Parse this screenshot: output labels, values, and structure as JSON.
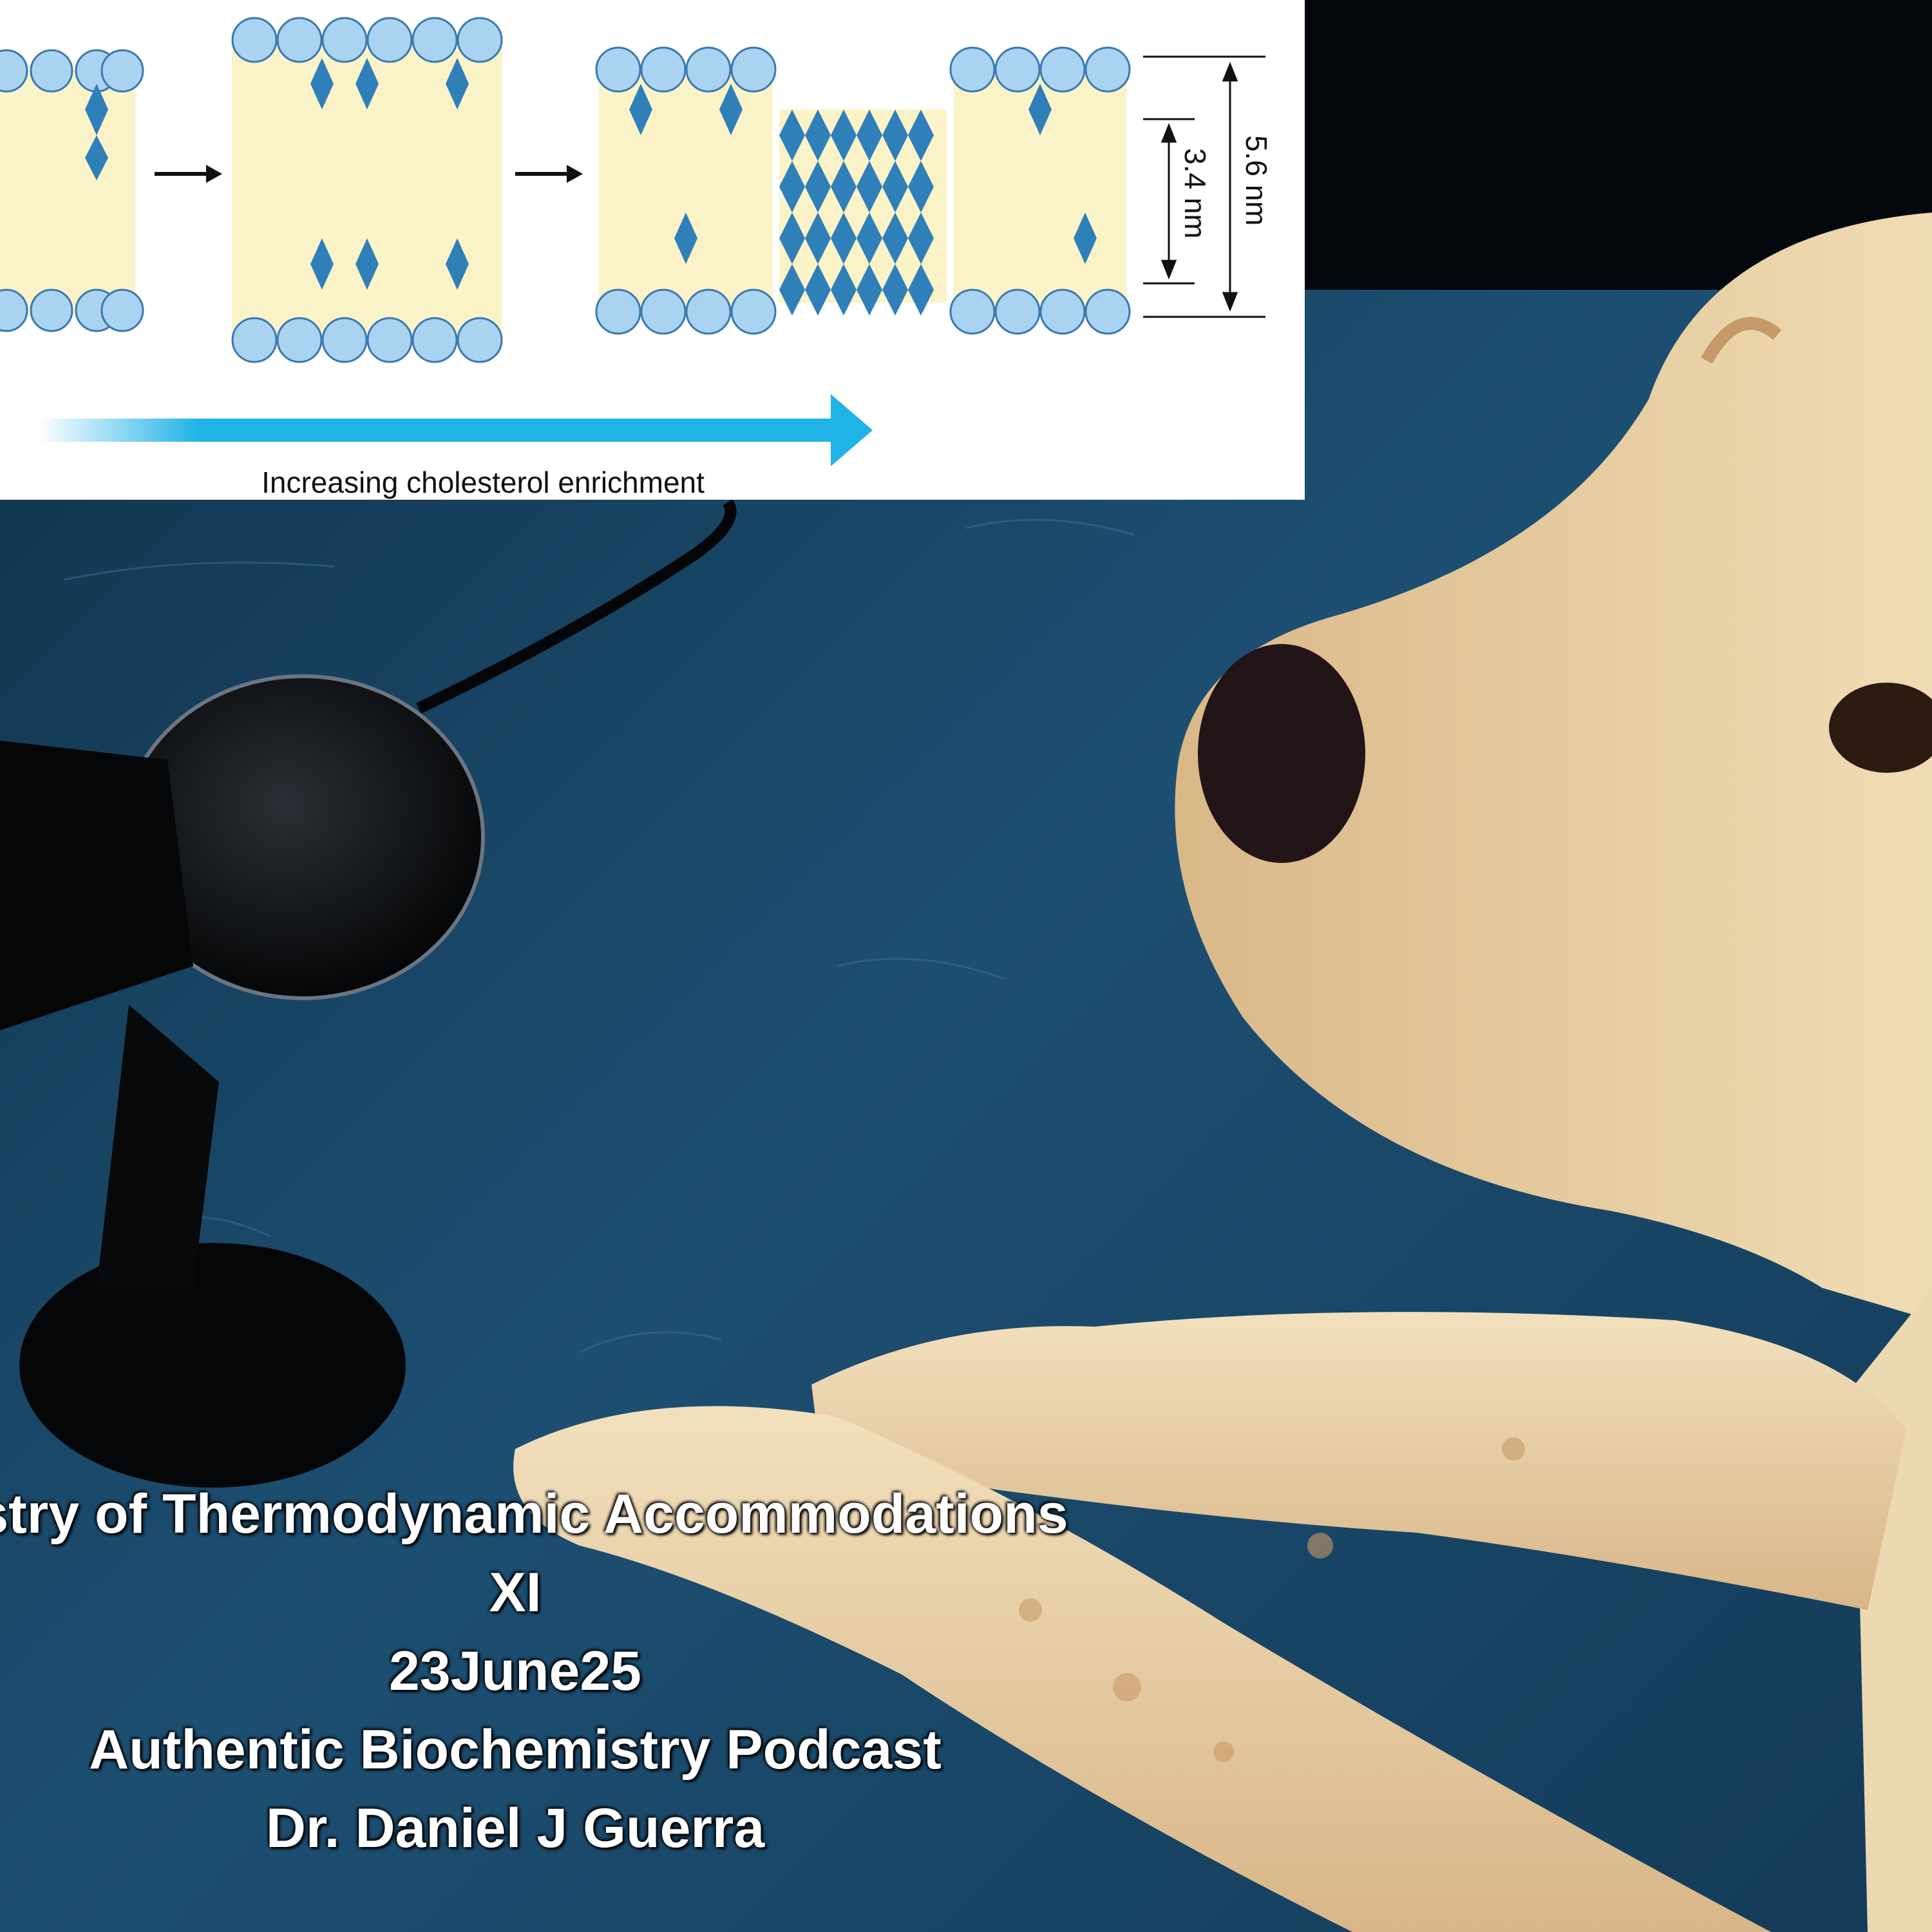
{
  "diagram": {
    "caption": "Increasing cholesterol enrichment",
    "outer_thickness": "5.6 nm",
    "inner_thickness": "3.4 nm"
  },
  "podcast": {
    "title_line": "istry of Thermodynamic Accommodations",
    "episode": "XI",
    "date": "23June25",
    "show": "Authentic Biochemistry Podcast",
    "host": "Dr. Daniel J Guerra"
  },
  "photo": {
    "subjects": [
      "dog",
      "microphone"
    ],
    "colors": {
      "floor": "#1b4869",
      "dog_fur": "#e6c897",
      "lipid_head": "#a9d3f0",
      "cholesterol": "#2f7fb9",
      "arrow": "#1fb3e6"
    }
  }
}
